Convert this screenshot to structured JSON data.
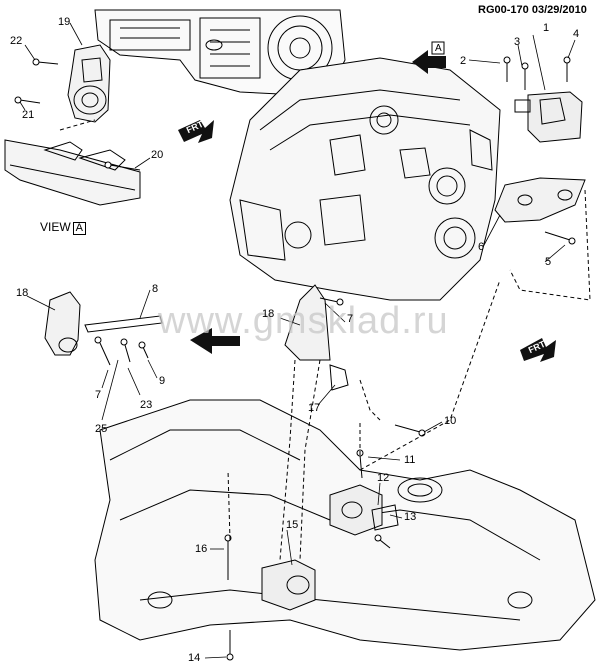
{
  "header": {
    "ref_code": "RG00-170",
    "date": "03/29/2010"
  },
  "view": {
    "label": "VIEW",
    "letter": "A"
  },
  "direction_tags": [
    "FRT",
    "FRT"
  ],
  "arrow_view_letter": "A",
  "watermark": "www.gmsklad.ru",
  "callouts": {
    "c1": "1",
    "c2": "2",
    "c3": "3",
    "c4": "4",
    "c5": "5",
    "c6": "6",
    "c7a": "7",
    "c7b": "7",
    "c8": "8",
    "c9": "9",
    "c10": "10",
    "c11": "11",
    "c12": "12",
    "c13": "13",
    "c14": "14",
    "c15": "15",
    "c16": "16",
    "c17": "17",
    "c18a": "18",
    "c18b": "18",
    "c19": "19",
    "c20": "20",
    "c21": "21",
    "c22": "22",
    "c23": "23",
    "c25": "25"
  }
}
